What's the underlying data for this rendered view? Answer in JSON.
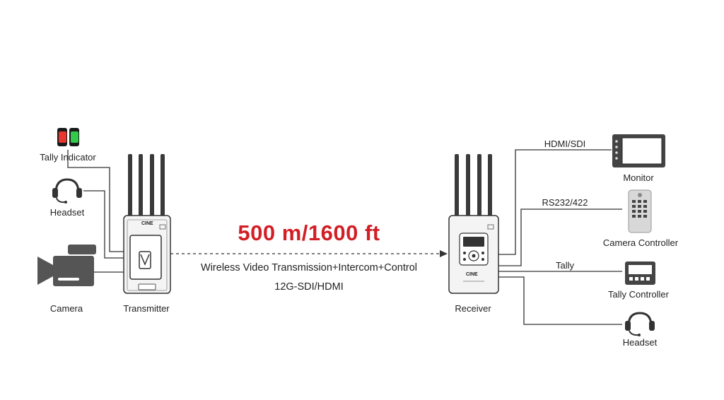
{
  "devices": {
    "tally_indicator": "Tally Indicator",
    "headset_left": "Headset",
    "camera": "Camera",
    "transmitter": "Transmitter",
    "receiver": "Receiver",
    "monitor": "Monitor",
    "camera_controller": "Camera Controller",
    "tally_controller": "Tally Controller",
    "headset_right": "Headset"
  },
  "connections": {
    "hdmi_sdi": "HDMI/SDI",
    "rs232": "RS232/422",
    "tally": "Tally"
  },
  "link": {
    "distance": "500 m/1600 ft",
    "description": "Wireless Video Transmission+Intercom+Control",
    "signal": "12G-SDI/HDMI"
  },
  "branding": {
    "logo": "CINE"
  },
  "colors": {
    "accent": "#d21f26",
    "tally_red": "#e8362f",
    "tally_green": "#33c94a",
    "line": "#333333"
  },
  "icons": [
    "tally-light-icon",
    "headset-icon",
    "camera-icon",
    "transmitter-icon",
    "receiver-icon",
    "monitor-icon",
    "camera-controller-icon",
    "tally-controller-icon"
  ]
}
